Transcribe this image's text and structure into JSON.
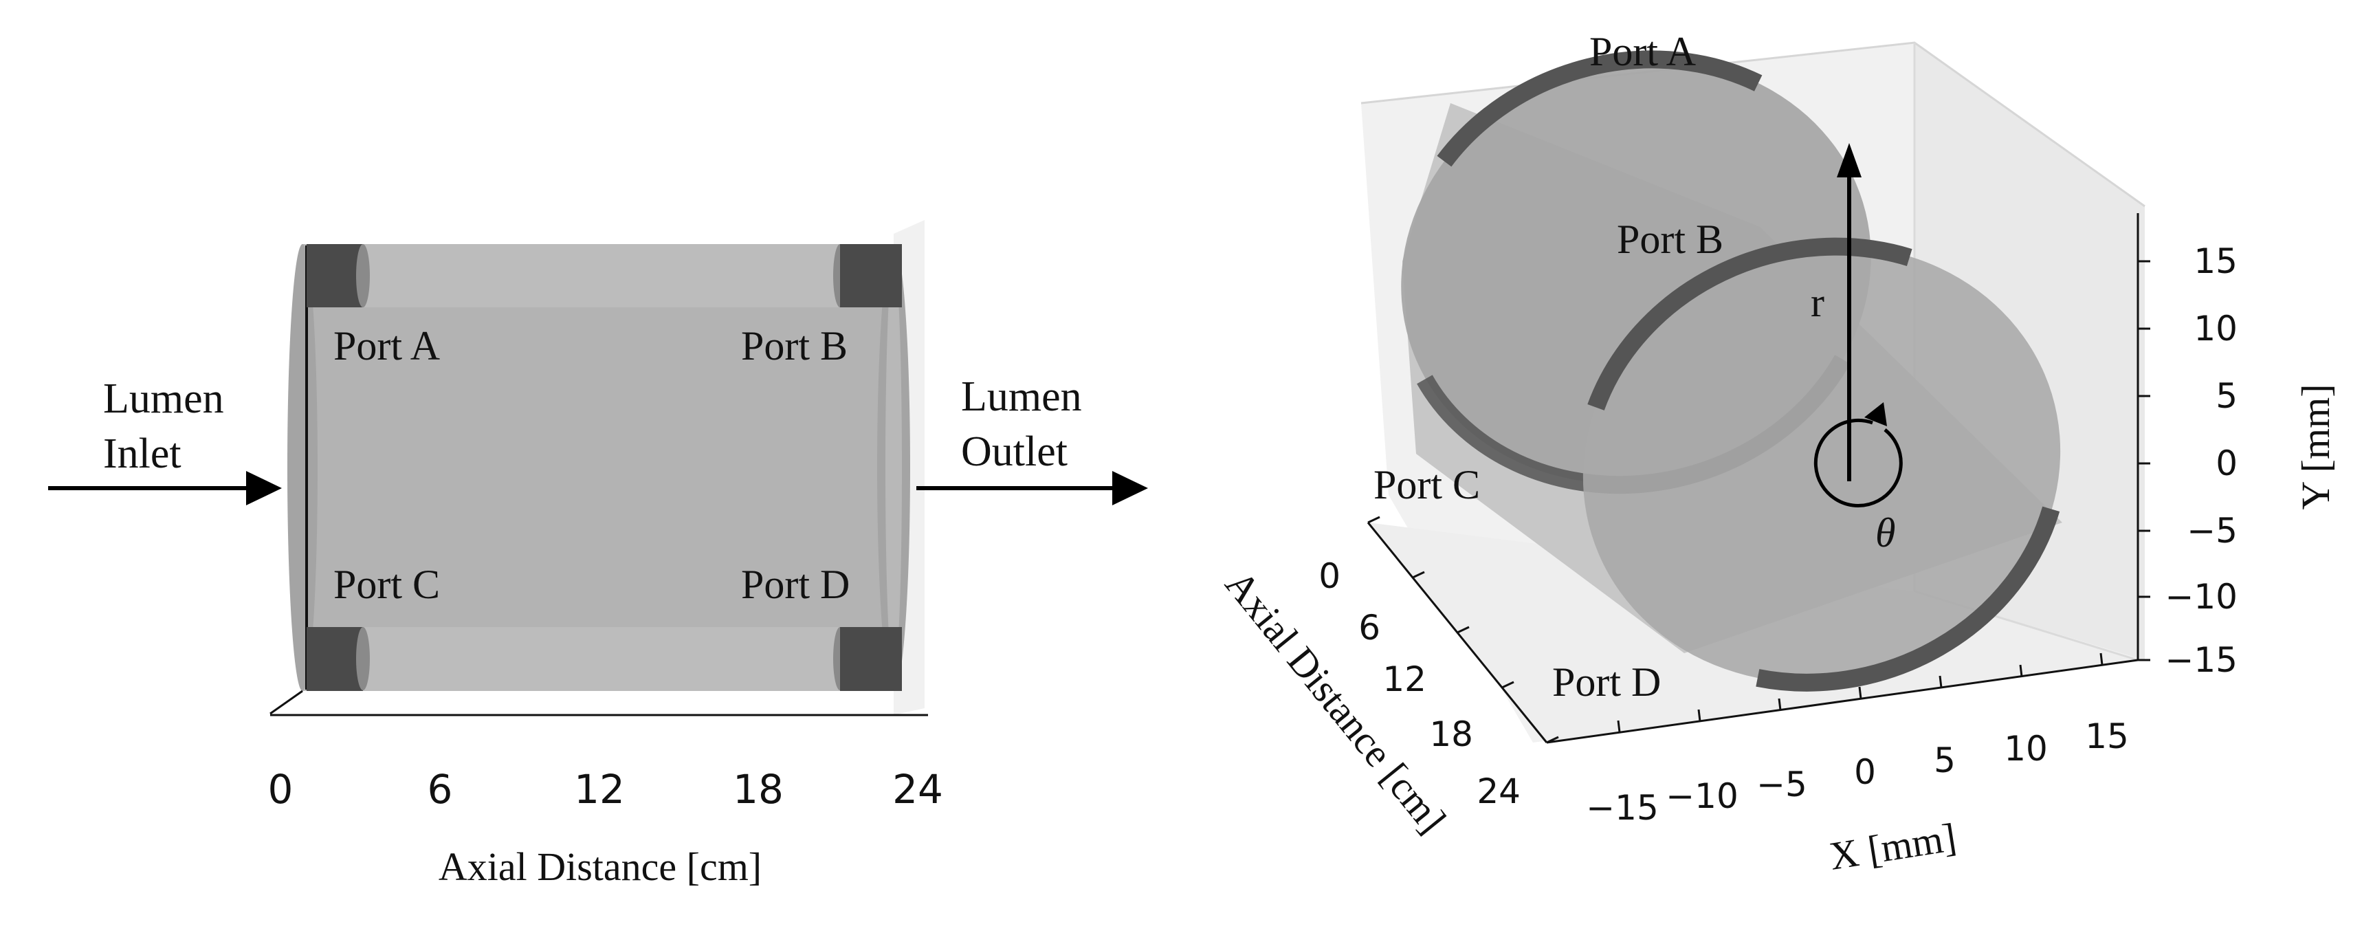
{
  "colors": {
    "cylinder_fill": "#b3b3b3",
    "cylinder_face": "#a8a8a8",
    "port_dark": "#4a4a4a",
    "pane": "#ececec",
    "arrow": "#000000"
  },
  "left": {
    "lumen_inlet": [
      "Lumen",
      "Inlet"
    ],
    "lumen_outlet": [
      "Lumen",
      "Outlet"
    ],
    "port_a": "Port A",
    "port_b": "Port B",
    "port_c": "Port C",
    "port_d": "Port D",
    "axis_ticks": [
      "0",
      "6",
      "12",
      "18",
      "24"
    ],
    "axis_label": "Axial Distance [cm]"
  },
  "right": {
    "port_a": "Port A",
    "port_b": "Port B",
    "port_c": "Port C",
    "port_d": "Port D",
    "r_label": "r",
    "theta_label": "θ",
    "axial_ticks": [
      "0",
      "6",
      "12",
      "18",
      "24"
    ],
    "axial_label": "Axial Distance [cm]",
    "x_ticks": [
      "−15",
      "−10",
      "−5",
      "0",
      "5",
      "10",
      "15"
    ],
    "x_label": "X [mm]",
    "y_ticks": [
      "15",
      "10",
      "5",
      "0",
      "−5",
      "−10",
      "−15"
    ],
    "y_label": "Y [mm]"
  }
}
